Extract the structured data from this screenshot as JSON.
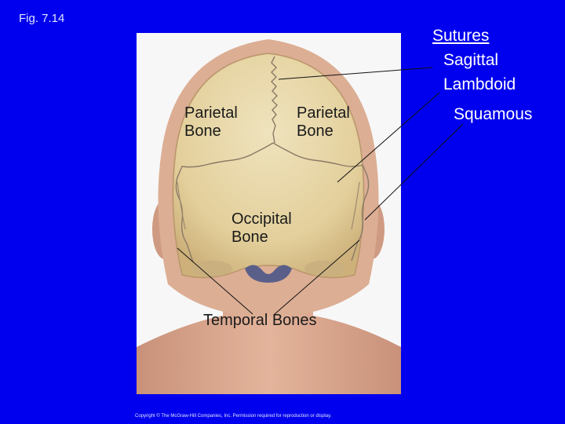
{
  "figure_label": "Fig. 7.14",
  "legend": {
    "title": "Sutures",
    "items": [
      "Sagittal",
      "Lambdoid",
      "Squamous"
    ]
  },
  "labels": {
    "parietal_left": [
      "Parietal",
      "Bone"
    ],
    "parietal_right": [
      "Parietal",
      "Bone"
    ],
    "occipital": [
      "Occipital",
      "Bone"
    ],
    "temporal": "Temporal Bones"
  },
  "copyright": "Copyright © The McGraw-Hill Companies, Inc. Permission required for reproduction or display.",
  "colors": {
    "background": "#0000ee",
    "panel": "#f7f7f7",
    "skin": "#dcae94",
    "bone": "#e6d6a6",
    "label_text": "#1a1a1a",
    "leader_line": "#111111"
  }
}
